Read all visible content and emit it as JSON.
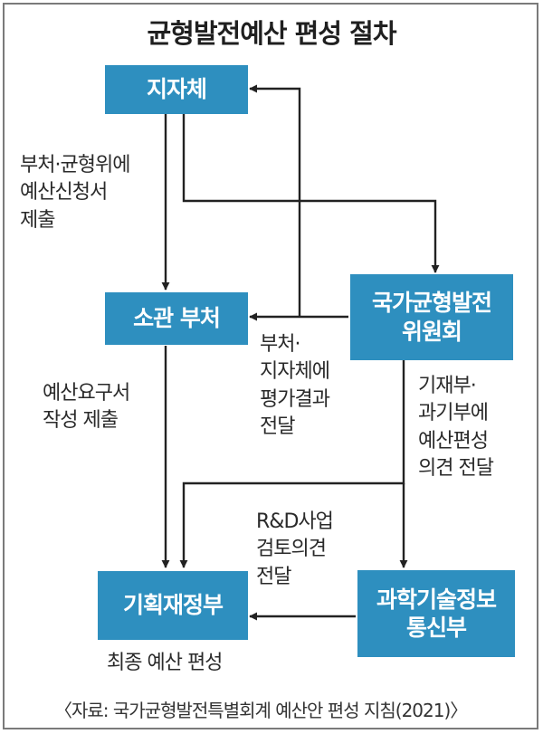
{
  "title": "균형발전예산 편성 절차",
  "nodes": {
    "jijache": "지자체",
    "sogwan_bucheo": "소관 부처",
    "committee": [
      "국가균형발전",
      "위원회"
    ],
    "gihoek": "기획재정부",
    "msit": [
      "과학기술정보",
      "통신부"
    ]
  },
  "labels": {
    "request": [
      "부처·균형위에",
      "예산신청서",
      "제출"
    ],
    "eval": [
      "부처·",
      "지자체에",
      "평가결과",
      "전달"
    ],
    "budget_req": [
      "예산요구서",
      "작성 제출"
    ],
    "opinion": [
      "기재부·",
      "과기부에",
      "예산편성",
      "의견 전달"
    ],
    "rnd": [
      "R&D사업",
      "검토의견",
      "전달"
    ],
    "final": "최종 예산 편성"
  },
  "source": "〈자료: 국가균형발전특별회계 예산안 편성 지침(2021)〉",
  "colors": {
    "box": "#2e8fbf",
    "text_on_box": "#ffffff",
    "line": "#222222"
  }
}
